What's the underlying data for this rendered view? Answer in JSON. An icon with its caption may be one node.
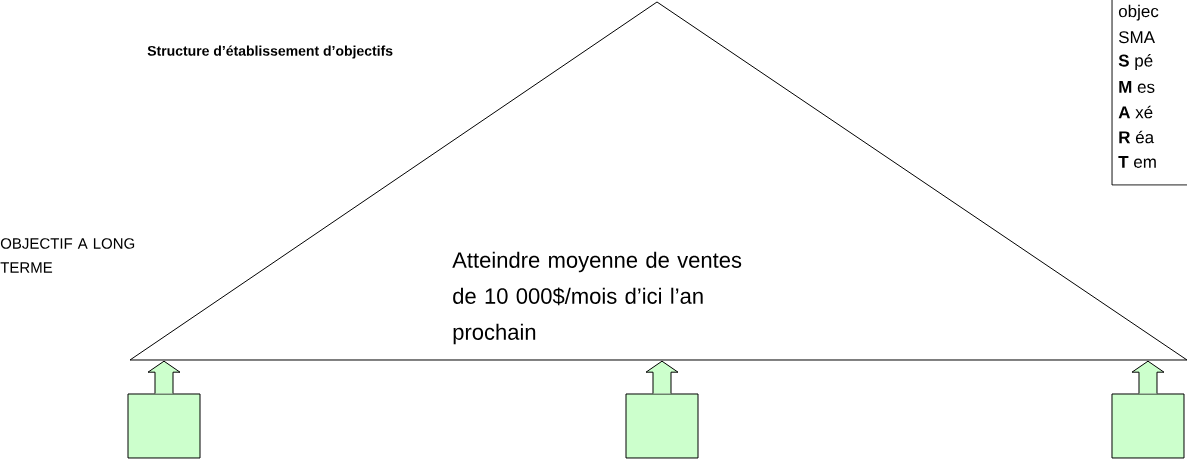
{
  "diagram": {
    "title": "Structure d’établissement d’objectifs",
    "nodes": [
      {
        "text": [
          "Atteindre moyenne de ventes de 10 000$/mois d’ici l’an prochain"
        ],
        "beside": [
          "OBJECTIF A LONG TERME"
        ]
      },
      {
        "text": [
          "objec SMA",
          "**S** pé",
          "**M** es",
          "**A** xé",
          "**R** éa",
          "**T** em"
        ]
      },
      {
        "text": [],
        "shape": "box"
      },
      {
        "text": [],
        "shape": "box"
      },
      {
        "text": [],
        "shape": "box"
      }
    ],
    "edges": [
      {
        "from": 2,
        "to": 0,
        "arrow": "to"
      },
      {
        "from": 3,
        "to": 0,
        "arrow": "to"
      },
      {
        "from": 4,
        "to": 0,
        "arrow": "to"
      }
    ]
  }
}
